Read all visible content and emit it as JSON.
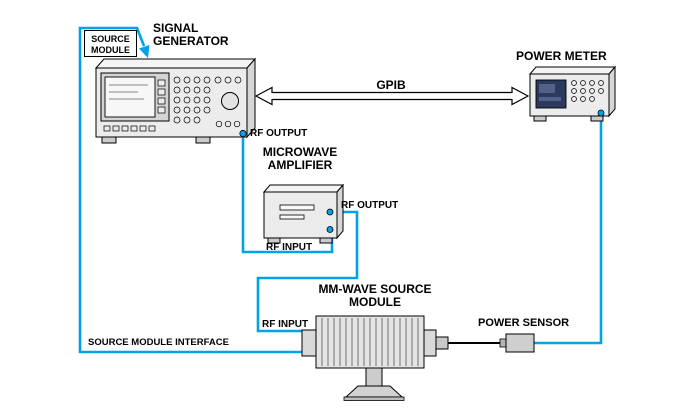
{
  "diagram": {
    "nodes": {
      "source_module_tag": {
        "line1": "SOURCE",
        "line2": "MODULE"
      },
      "signal_generator": {
        "title1": "SIGNAL",
        "title2": "GENERATOR",
        "rf_output": "RF OUTPUT"
      },
      "power_meter": {
        "title": "POWER METER"
      },
      "microwave_amplifier": {
        "title1": "MICROWAVE",
        "title2": "AMPLIFIER",
        "rf_output": "RF OUTPUT",
        "rf_input": "RF INPUT"
      },
      "mm_wave_source_module": {
        "title1": "MM-WAVE SOURCE",
        "title2": "MODULE",
        "rf_input": "RF INPUT"
      },
      "power_sensor": {
        "title": "POWER SENSOR"
      }
    },
    "connections": {
      "gpib": {
        "label": "GPIB"
      },
      "source_module_interface": {
        "label": "SOURCE MODULE INTERFACE"
      }
    }
  },
  "colors": {
    "cable": "#00A2E8"
  }
}
